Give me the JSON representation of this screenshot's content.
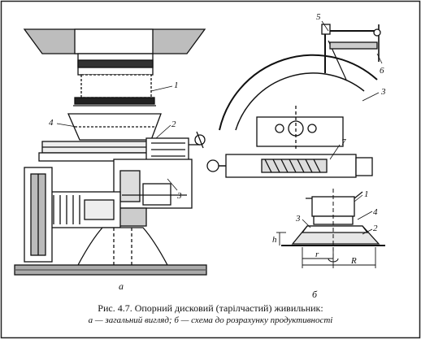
{
  "figure": {
    "panel_a": "а",
    "panel_b": "б",
    "caption_line1": "Рис. 4.7. Опорний дисковий (тарілчастий) живильник:",
    "caption_line2": "а — загальний вигляд; б — схема до розрахунку продуктивності"
  },
  "labels_a": {
    "n1": "1",
    "n2": "2",
    "n3": "3",
    "n4": "4"
  },
  "labels_b_top": {
    "n5": "5",
    "n6": "6",
    "n3": "3",
    "n7": "7"
  },
  "labels_b_bottom": {
    "n1": "1",
    "n2": "2",
    "n3": "3",
    "n4": "4",
    "h": "h",
    "r": "r",
    "R": "R"
  }
}
